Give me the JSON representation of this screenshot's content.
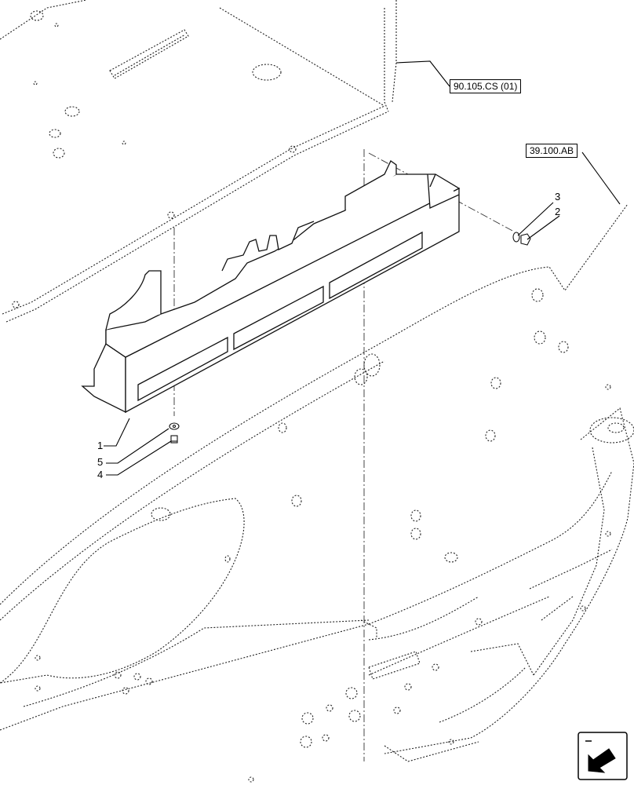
{
  "references": {
    "ref_top": "90.105.CS (01)",
    "ref_right": "39.100.AB"
  },
  "callouts": {
    "c1": "1",
    "c2": "2",
    "c3": "3",
    "c4": "4",
    "c5": "5"
  },
  "icons": {
    "nav": "navigation-arrow-icon"
  }
}
